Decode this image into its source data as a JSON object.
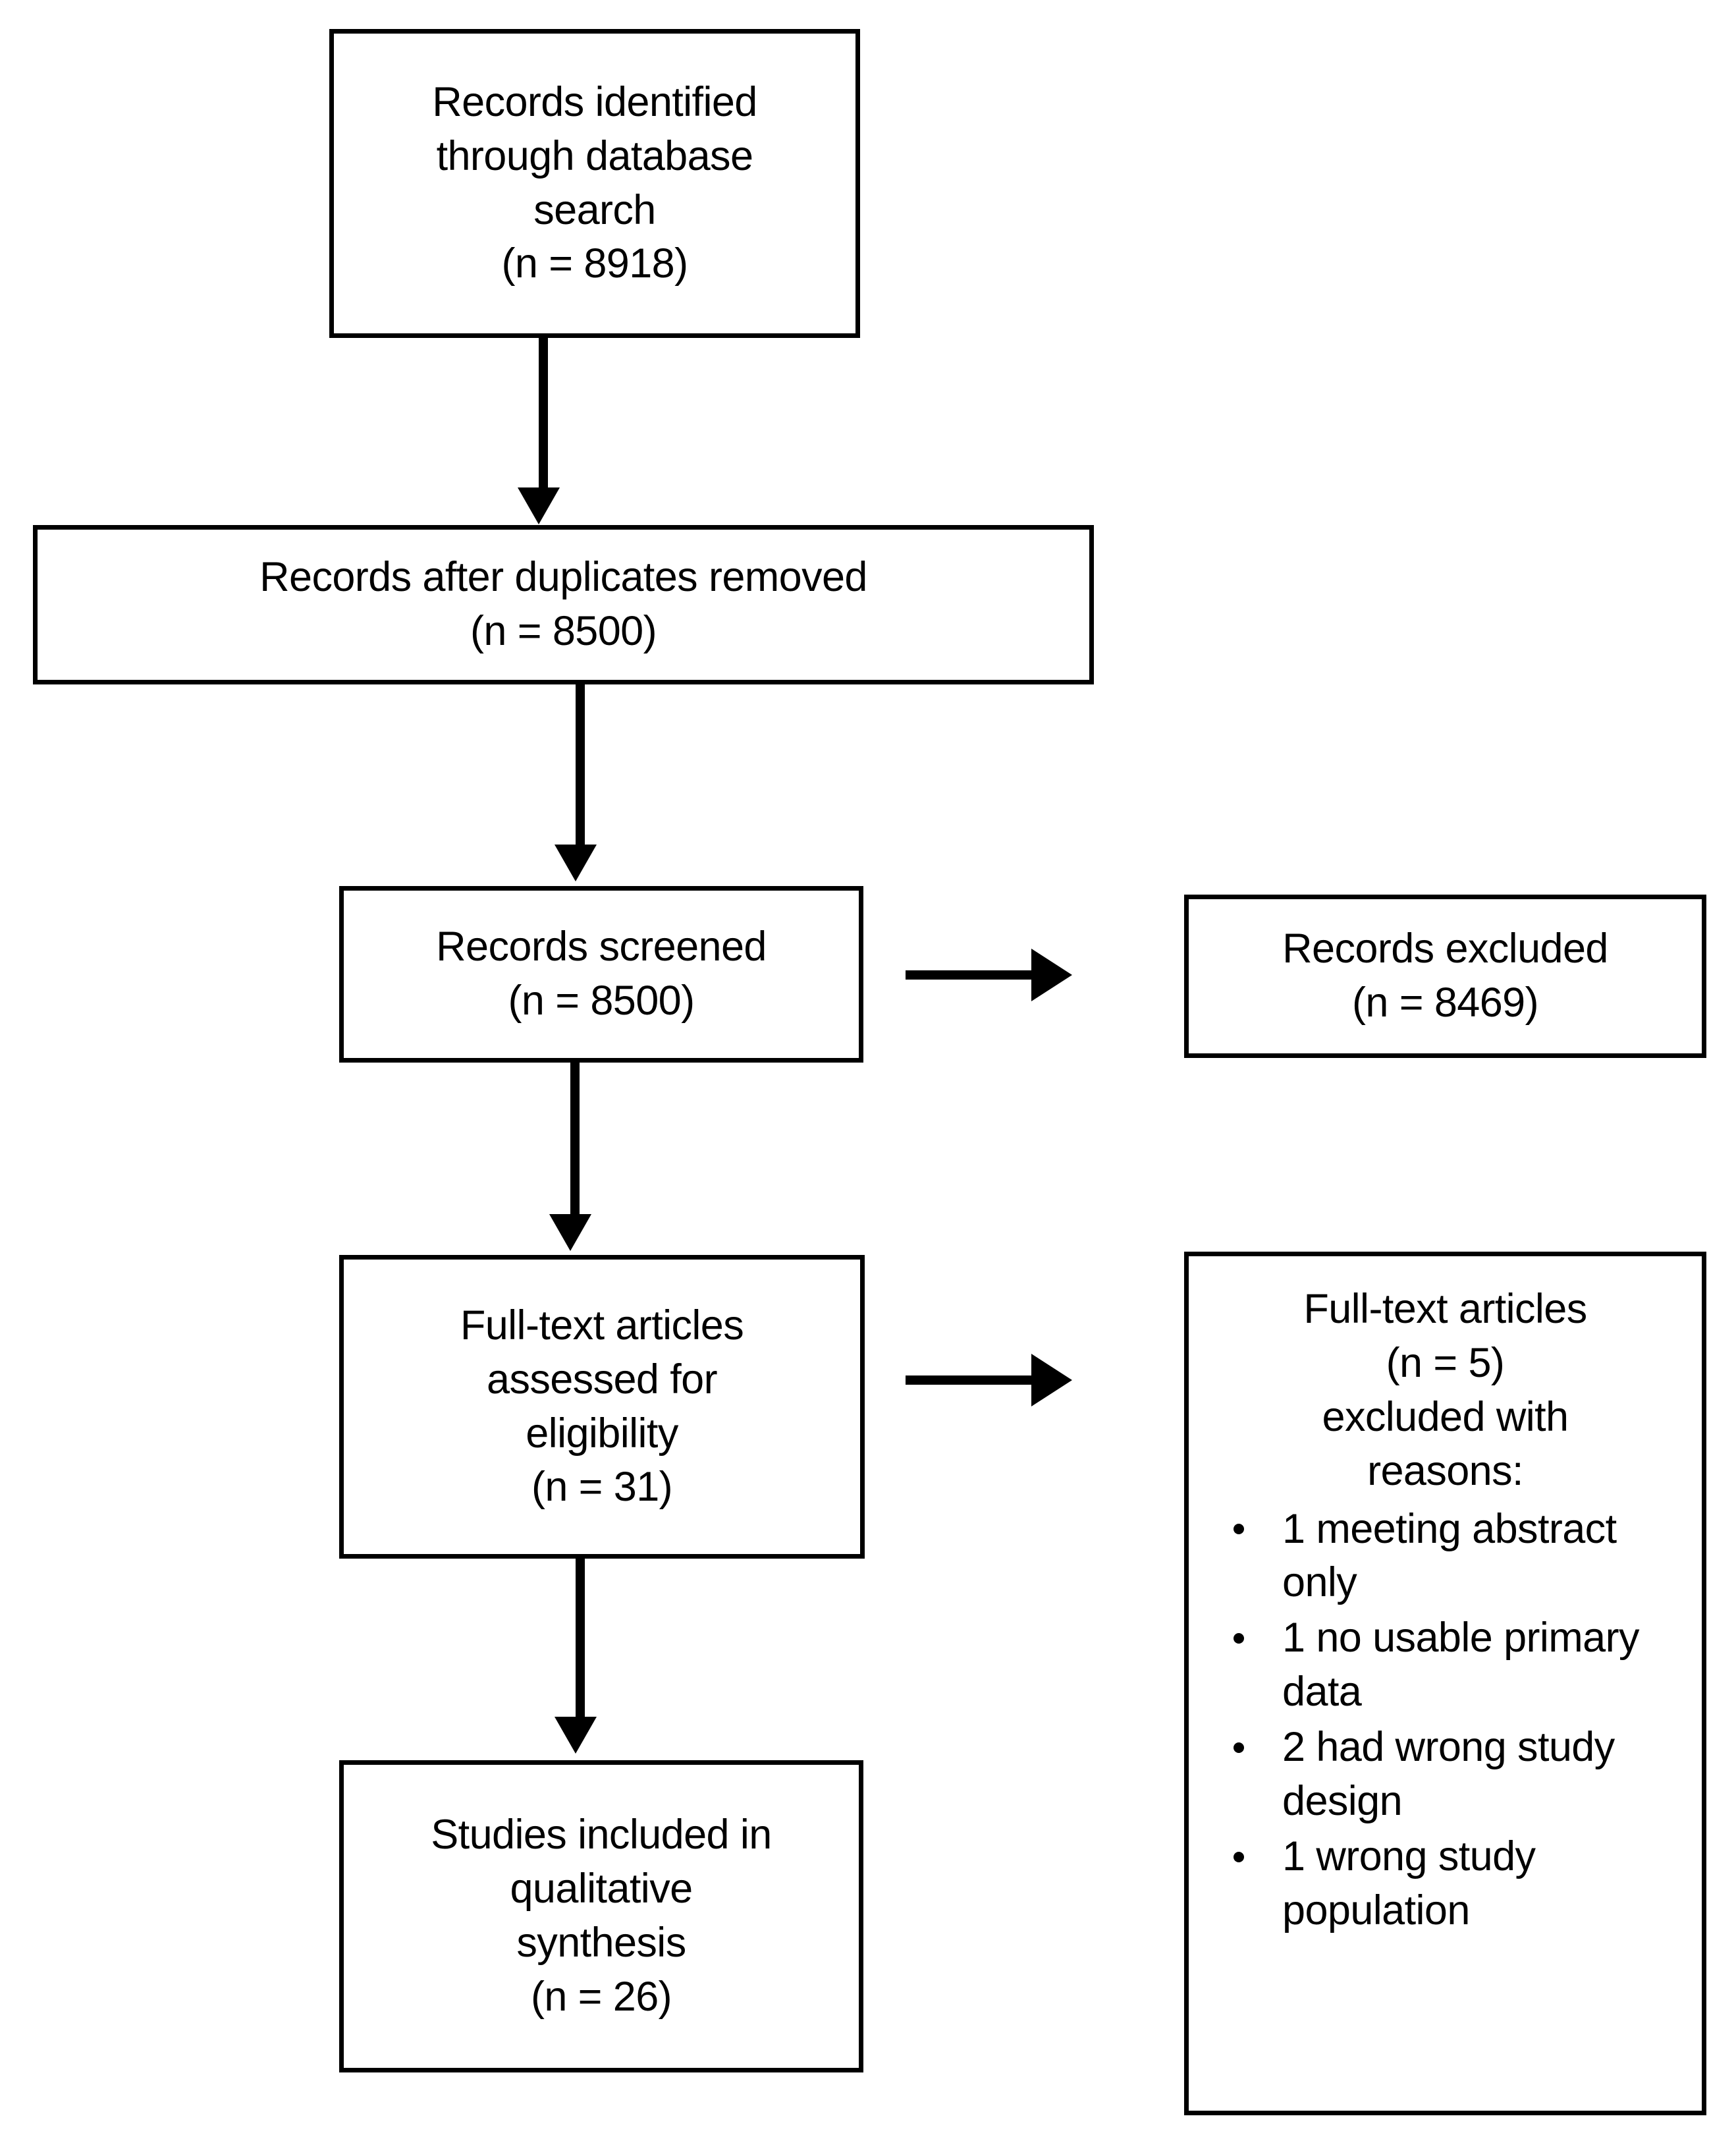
{
  "diagram": {
    "type": "prisma-flow-diagram",
    "title": "PRISMA study selection flow diagram",
    "colors": {
      "box_border": "#000000",
      "box_fill": "#ffffff",
      "arrow": "#000000",
      "text": "#000000",
      "background": "#ffffff"
    },
    "nodes": {
      "identified": {
        "label": "Records identified\nthrough database\nsearch\n(n = 8918)",
        "count": 8918,
        "count_label": "(n = 8918)"
      },
      "duplicates_removed": {
        "label": "Records after duplicates removed\n(n = 8500)",
        "count": 8500,
        "count_label": "(n = 8500)"
      },
      "screened": {
        "label": "Records screened\n(n = 8500)",
        "count": 8500,
        "count_label": "(n = 8500)"
      },
      "records_excluded": {
        "label": "Records excluded\n(n = 8469)",
        "count": 8469,
        "count_label": "(n = 8469)"
      },
      "fulltext_assessed": {
        "label": "Full-text articles\nassessed for\neligibility\n(n = 31)",
        "count": 31,
        "count_label": "(n = 31)"
      },
      "fulltext_excluded": {
        "heading": "Full-text articles\n(n = 5)\nexcluded with\nreasons:",
        "count": 5,
        "count_label": "(n = 5)",
        "reasons": [
          "1 meeting abstract only",
          "1 no usable primary data",
          "2 had wrong study design",
          "1 wrong study population"
        ]
      },
      "included": {
        "label": "Studies included in\nqualitative\nsynthesis\n(n = 26)",
        "count": 26,
        "count_label": "(n = 26)"
      }
    },
    "edges": [
      {
        "from": "identified",
        "to": "duplicates_removed",
        "direction": "down"
      },
      {
        "from": "duplicates_removed",
        "to": "screened",
        "direction": "down"
      },
      {
        "from": "screened",
        "to": "fulltext_assessed",
        "direction": "down"
      },
      {
        "from": "fulltext_assessed",
        "to": "included",
        "direction": "down"
      },
      {
        "from": "screened",
        "to": "records_excluded",
        "direction": "right"
      },
      {
        "from": "fulltext_assessed",
        "to": "fulltext_excluded",
        "direction": "right"
      }
    ]
  }
}
